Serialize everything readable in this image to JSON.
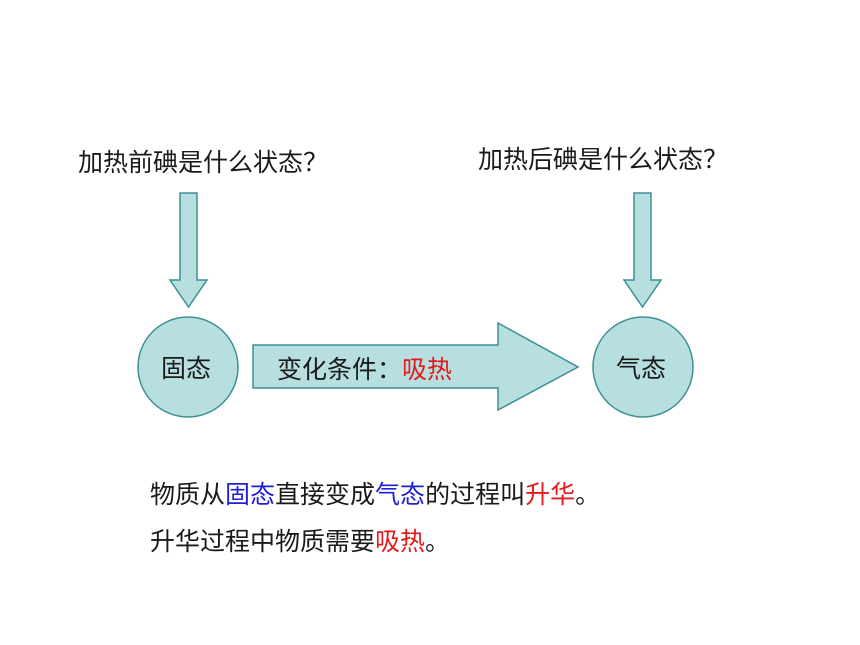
{
  "questions": {
    "before": "加热前碘是什么状态？",
    "after": "加热后碘是什么状态？"
  },
  "states": {
    "solid": "固态",
    "gas": "气态"
  },
  "condition": {
    "prefix": "变化条件：",
    "value": "吸热"
  },
  "summary": {
    "line1": [
      "物质从",
      "固态",
      "直接变成",
      "气态",
      "的过程叫",
      "升华",
      "。"
    ],
    "line2": [
      "升华过程中物质需要",
      "吸热",
      "。"
    ]
  },
  "colors": {
    "shape_fill": "#b7dfe0",
    "shape_stroke": "#3f8f95",
    "highlight_blue": "#1f1fd6",
    "highlight_red": "#e11b1b"
  }
}
